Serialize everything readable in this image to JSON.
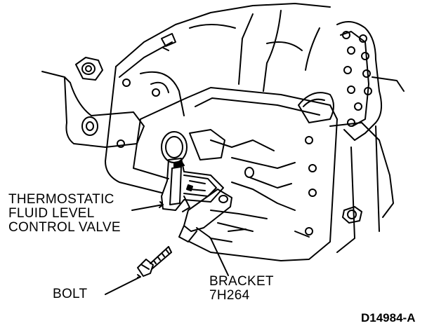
{
  "labels": {
    "valve": {
      "line1": "THERMOSTATIC",
      "line2": "FLUID LEVEL",
      "line3": "CONTROL VALVE"
    },
    "bracket": {
      "line1": "BRACKET",
      "line2": "7H264"
    },
    "bolt": "BOLT",
    "figure_id": "D14984-A"
  },
  "colors": {
    "ink": "#000000",
    "paper": "#ffffff"
  }
}
